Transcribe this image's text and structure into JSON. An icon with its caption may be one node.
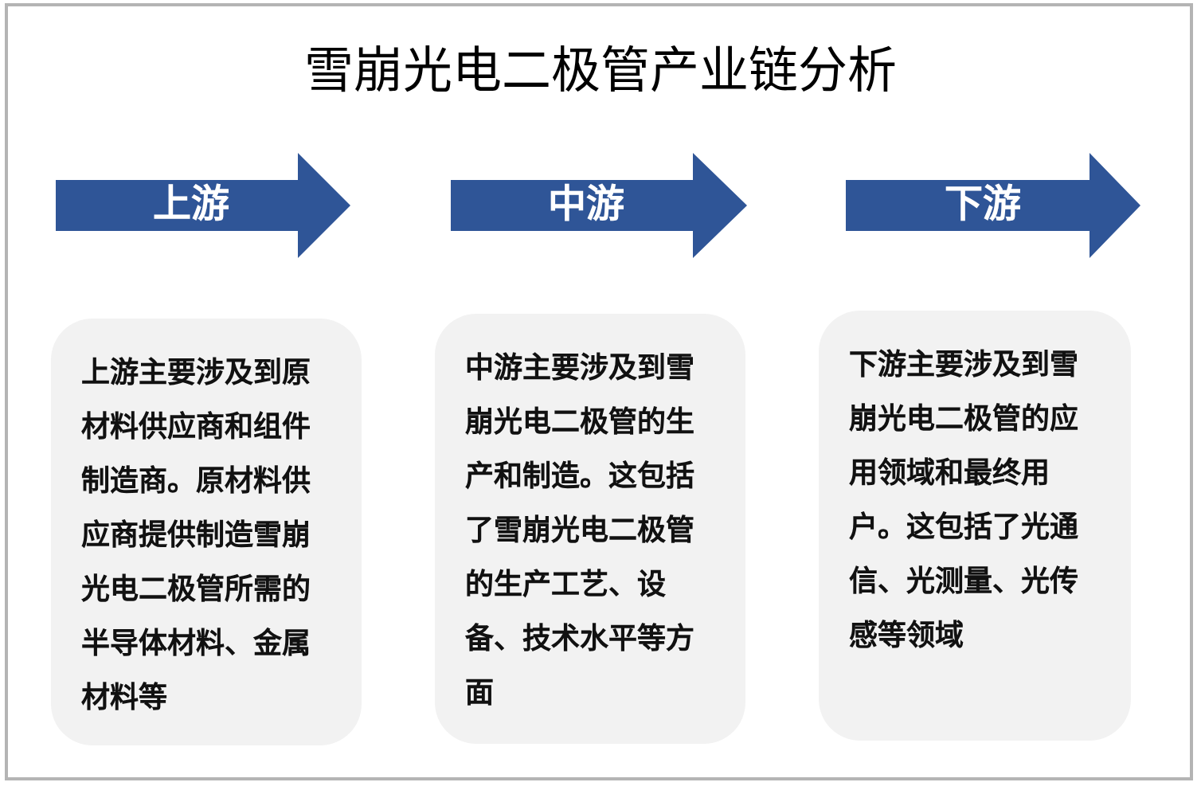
{
  "diagram": {
    "title": "雪崩光电二极管产业链分析",
    "nodes": [
      {
        "text": [
          "上游"
        ]
      },
      {
        "text": [
          "中游"
        ]
      },
      {
        "text": [
          "下游"
        ]
      },
      {
        "text": [
          "上游主要涉及到原材料供应商和组件制造商。原材料供应商提供制造雪崩光电二极管所需的半导体材料、金属材料等"
        ]
      },
      {
        "text": [
          "中游主要涉及到雪崩光电二极管的生产和制造。这包括了雪崩光电二极管的生产工艺、设备、技术水平等方面"
        ]
      },
      {
        "text": [
          "下游主要涉及到雪崩光电二极管的应用领域和最终用户。这包括了光通信、光测量、光传感等领域"
        ]
      }
    ]
  }
}
